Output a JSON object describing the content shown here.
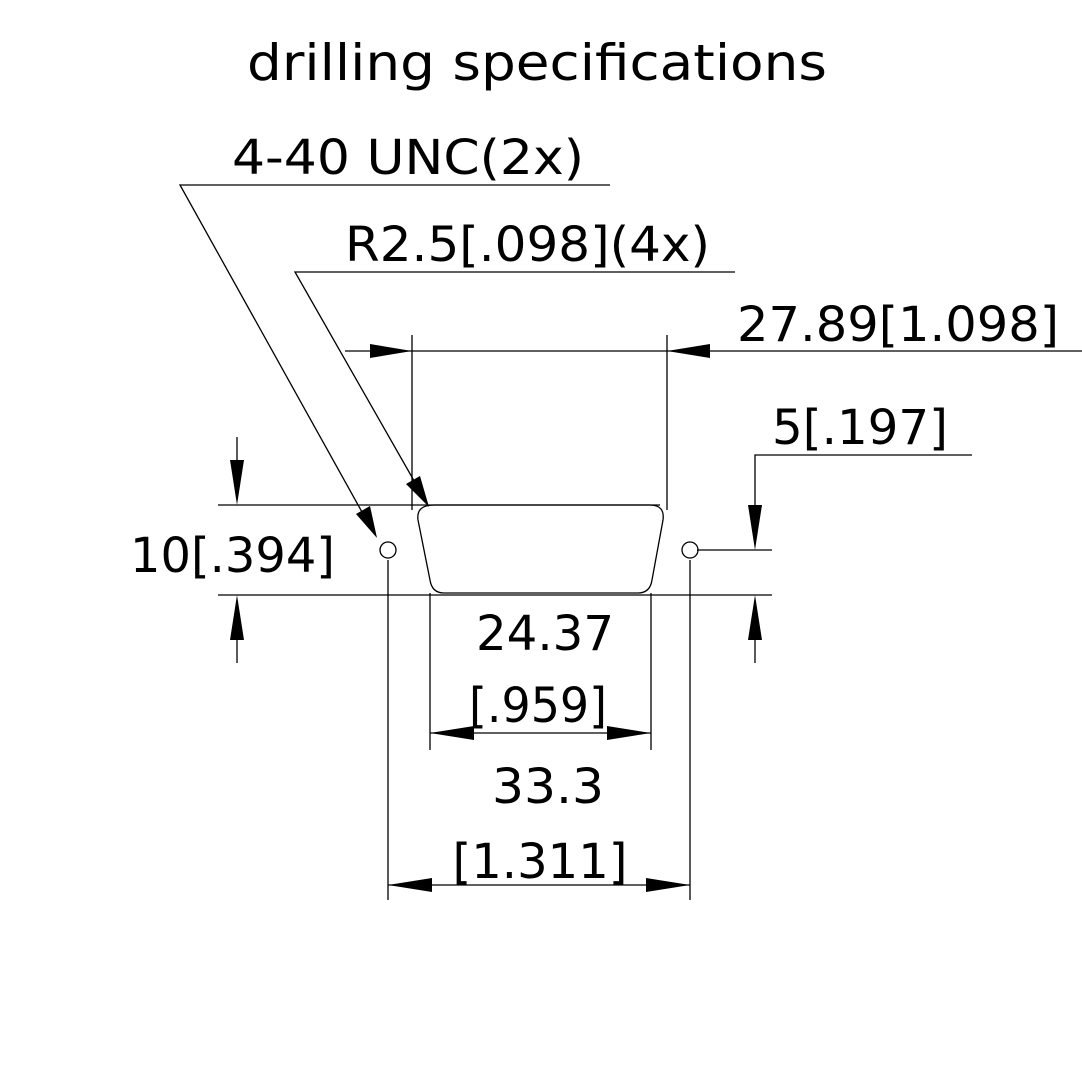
{
  "title": "drilling specifications",
  "callouts": {
    "thread": "4-40 UNC(2x)",
    "radius": "R2.5[.098](4x)",
    "hole_spacing": "27.89[1.098]",
    "hole_offset": "5[.197]",
    "height": "10[.394]",
    "cutout_width_mm": "24.37",
    "cutout_width_in": "[.959]",
    "overall_width_mm": "33.3",
    "overall_width_in": "[1.311]"
  }
}
